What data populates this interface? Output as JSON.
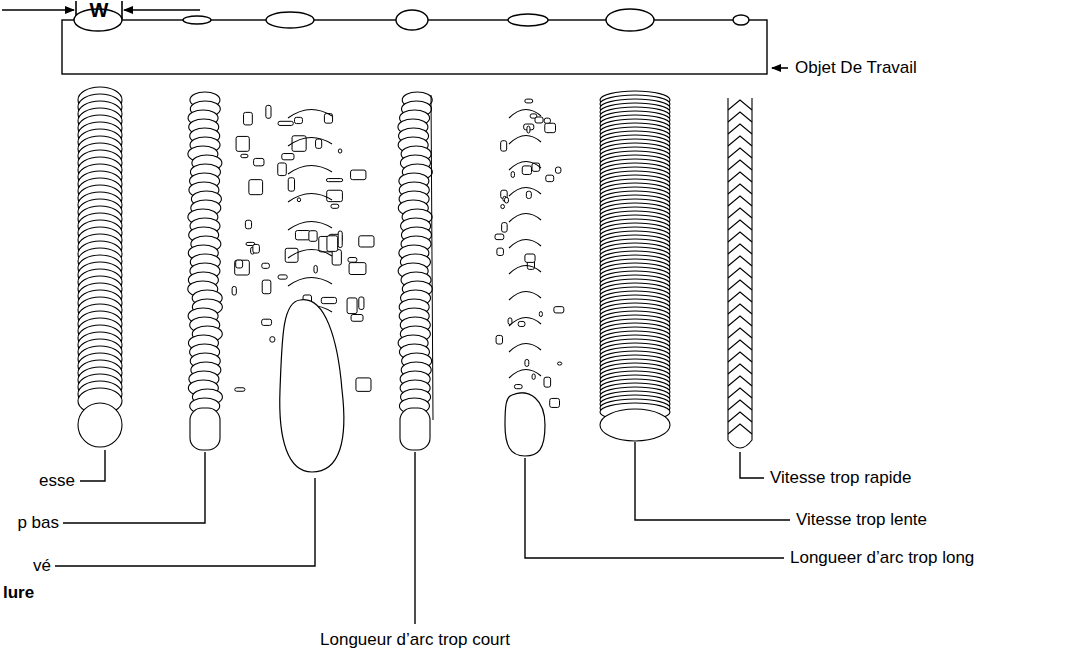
{
  "diagram": {
    "labels": [
      "W",
      "Objet De Travail",
      "esse",
      "p bas",
      "vé",
      "lure",
      "Vitesse trop rapide",
      "Vitesse trop lente",
      "Longueer d’arc trop long",
      "Longueur d’arc trop court"
    ]
  }
}
